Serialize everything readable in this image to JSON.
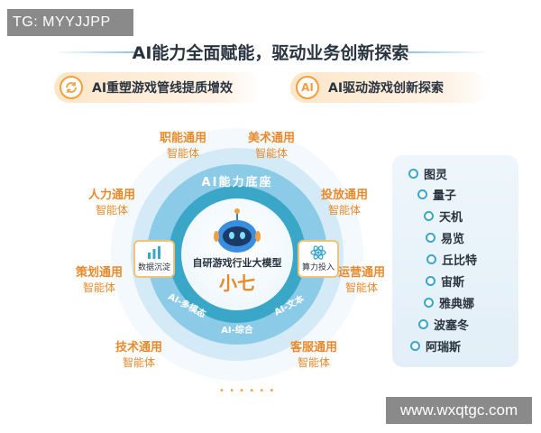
{
  "watermarks": {
    "top": "TG: MYYJJPP",
    "bottom": "www.wxqtgc.com"
  },
  "title": "AI能力全面赋能，驱动业务创新探索",
  "pills": [
    {
      "icon": "refresh-icon",
      "label": "AI重塑游戏管线提质增效"
    },
    {
      "icon": "ai-icon",
      "icon_text": "AI",
      "label": "AI驱动游戏创新探索"
    }
  ],
  "core": {
    "ring_label": "AI能力底座",
    "model_label": "自研游戏行业大模型",
    "model_name": "小七",
    "left_box": "数据沉淀",
    "right_box": "算力投入",
    "bottom_left": "AI-多模态",
    "bottom_center": "AI-综合",
    "bottom_right": "AI-文本"
  },
  "agents": [
    {
      "line1": "职能通用",
      "line2": "智能体"
    },
    {
      "line1": "美术通用",
      "line2": "智能体"
    },
    {
      "line1": "人力通用",
      "line2": "智能体"
    },
    {
      "line1": "投放通用",
      "line2": "智能体"
    },
    {
      "line1": "策划通用",
      "line2": "智能体"
    },
    {
      "line1": "运营通用",
      "line2": "智能体"
    },
    {
      "line1": "技术通用",
      "line2": "智能体"
    },
    {
      "line1": "客服通用",
      "line2": "智能体"
    }
  ],
  "side_items": [
    "图灵",
    "量子",
    "天机",
    "易览",
    "丘比特",
    "宙斯",
    "雅典娜",
    "波塞冬",
    "阿瑞斯"
  ],
  "colors": {
    "agent_text": "#e8892b",
    "ring_outer": "#d4ebf7",
    "ring_mid": "#8ccbe8",
    "ring_inner": "#3aa6c8",
    "accent_orange": "#f0a040"
  }
}
